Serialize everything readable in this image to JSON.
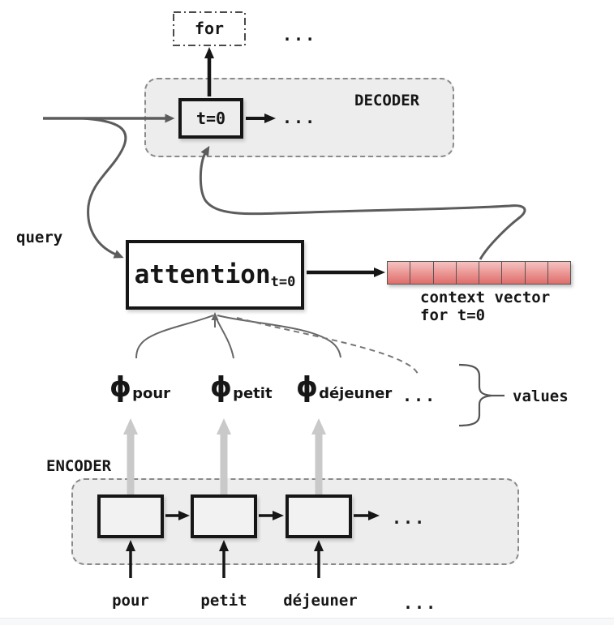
{
  "colors": {
    "region-fill": "#ededed",
    "dash": "#8a8a8a",
    "ink": "#161616",
    "gray": "#5c5c5c",
    "light-arrow": "#c9c9c9",
    "cell-top": "#f5c2c0",
    "cell-bottom": "#e06d6a",
    "cell-border": "#555555",
    "fan": "#666666"
  },
  "decoder": {
    "label": "DECODER",
    "state_label": "t=0",
    "output_word": "for",
    "output_ellipsis": "...",
    "hidden_ellipsis": "..."
  },
  "query": {
    "label": "query"
  },
  "attention": {
    "name": "attention",
    "subscript": "t=0"
  },
  "context_vector": {
    "cell_count": 8,
    "caption_line1": "context vector",
    "caption_line2": "for t=0"
  },
  "values": {
    "label": "values",
    "ellipsis": "...",
    "items": [
      {
        "symbol": "ϕ",
        "subscript": "pour"
      },
      {
        "symbol": "ϕ",
        "subscript": "petit"
      },
      {
        "symbol": "ϕ",
        "subscript": "déjeuner"
      }
    ]
  },
  "encoder": {
    "label": "ENCODER",
    "hidden_ellipsis": "...",
    "input_words": [
      "pour",
      "petit",
      "déjeuner"
    ],
    "input_ellipsis": "..."
  }
}
